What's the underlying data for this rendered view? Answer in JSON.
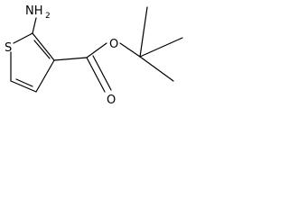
{
  "molecule": {
    "atoms": {
      "sulfur": "S",
      "amine_main": "NH",
      "amine_sub": "2",
      "carbonyl_oxygen": "O",
      "ester_oxygen": "O"
    }
  }
}
